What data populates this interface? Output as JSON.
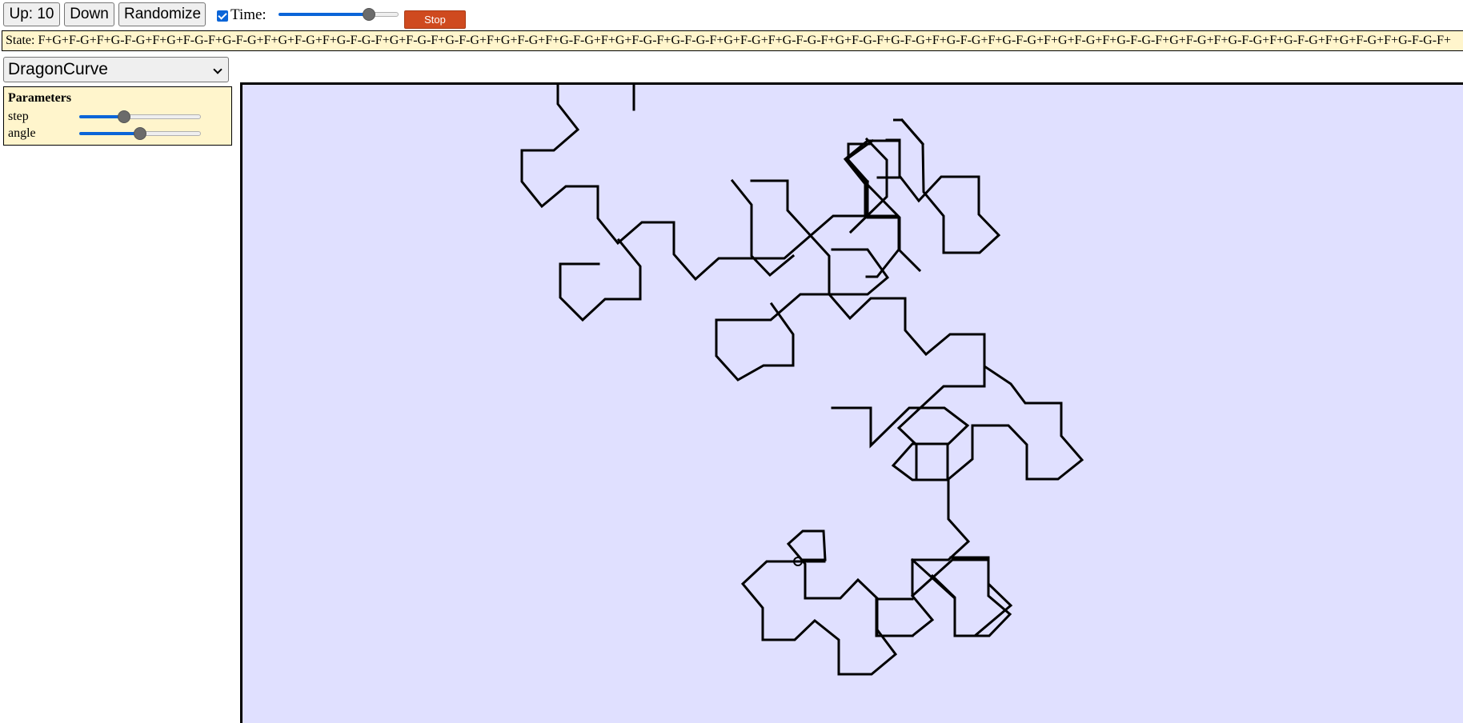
{
  "toolbar": {
    "up_label": "Up: 10",
    "down_label": "Down",
    "randomize_label": "Randomize",
    "time_checked": true,
    "time_label": "Time:",
    "time_value": 0.78,
    "stop_label": "Stop"
  },
  "state": {
    "text": "State: F+G+F-G+F+G-F-G+F+G+F-G-F+G-F-G+F+G+F-G+F+G-F-G-F+G+F-G-F+G-F-G+F+G+F-G+F+G-F-G+F+G+F-G-F+G-F-G-F+G+F-G+F+G-F-G-F+G+F-G-F+G-F-G+F+G-F-G+F+G-F-G+F+G+F-G+F+G-F-G-F+G+F-G+F+G-F-G+F+G-F-G+F+G+F-G+F+G-F-G-F+"
  },
  "system_select": {
    "value": "DragonCurve"
  },
  "parameters": {
    "title": "Parameters",
    "items": [
      {
        "label": "step",
        "value": 0.35
      },
      {
        "label": "angle",
        "value": 0.5
      }
    ]
  },
  "colors": {
    "canvas_bg": "#e0e0ff",
    "panel_bg": "#fff5cc",
    "accent": "#0b65d8",
    "stop_button": "#cf4a1f",
    "curve": "#000000"
  }
}
